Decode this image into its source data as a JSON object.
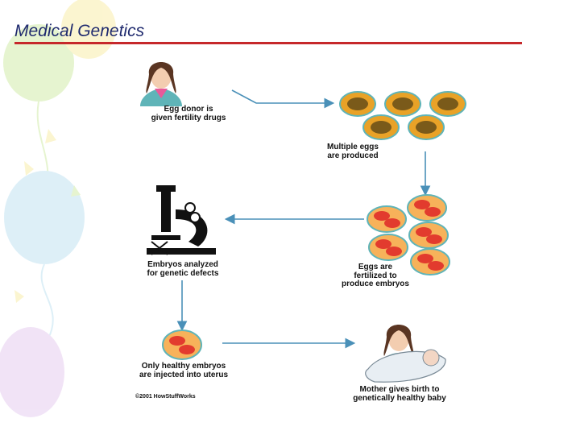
{
  "slide": {
    "title": "Medical Genetics",
    "title_color": "#1f2a6e",
    "rule_color": "#c6282b"
  },
  "diagram": {
    "captions": {
      "egg_donor": "Egg donor is\ngiven fertility drugs",
      "multiple_eggs": "Multiple eggs\nare produced",
      "eggs_fertilized": "Eggs are\nfertilized to\nproduce embryos",
      "embryos_analyzed": "Embryos analyzed\nfor genetic defects",
      "healthy_embryos": "Only healthy embryos\nare injected into uterus",
      "mother_birth": "Mother gives birth to\ngenetically healthy baby"
    },
    "copyright": "©2001 HowStuffWorks",
    "colors": {
      "arrow": "#4a90b8",
      "egg_fill": "#e9a227",
      "egg_core": "#7a5a1a",
      "embryo_cell": "#e23b2e",
      "embryo_bg": "#f7b25a",
      "teal": "#5fb4b8"
    },
    "icons": [
      "woman-icon",
      "egg-icon",
      "embryo-icon",
      "microscope-icon",
      "mother-baby-icon"
    ]
  }
}
